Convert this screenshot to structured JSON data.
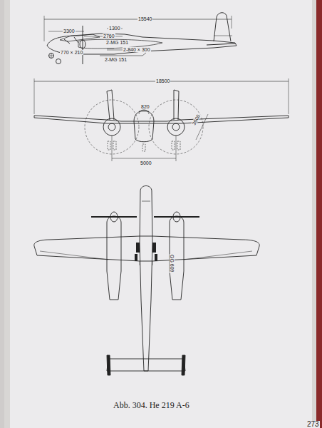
{
  "diagram": {
    "caption": "Abb. 304. He 219 A-6",
    "labels": [
      "15540",
      "3300",
      "1300",
      "2760",
      "2-MG 151",
      "2-MG 151",
      "2-840 × 300",
      "770 × 210",
      "18500",
      "820",
      "3600",
      "5000",
      "GG 609",
      "273"
    ]
  }
}
